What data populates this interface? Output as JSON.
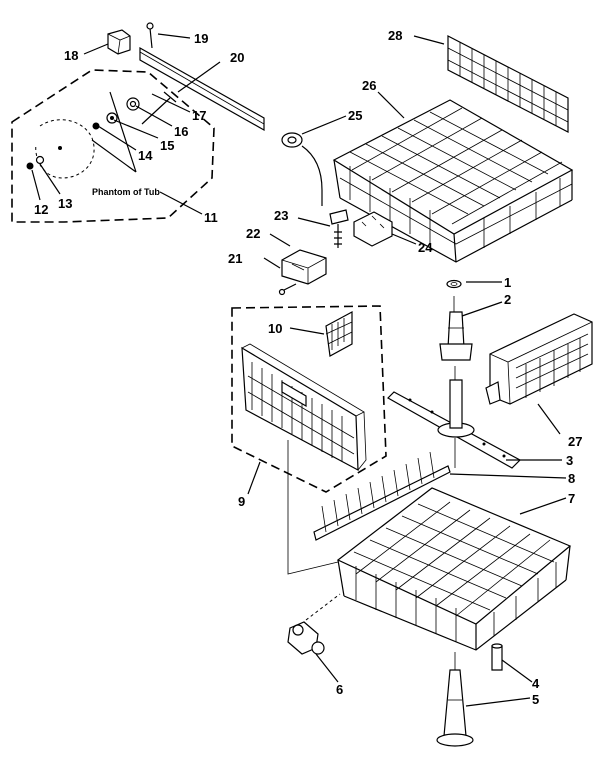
{
  "diagram": {
    "caption": "Phantom of Tub",
    "labels": [
      "1",
      "2",
      "3",
      "4",
      "5",
      "6",
      "7",
      "8",
      "9",
      "10",
      "11",
      "12",
      "13",
      "14",
      "15",
      "16",
      "17",
      "18",
      "19",
      "20",
      "21",
      "22",
      "23",
      "24",
      "25",
      "26",
      "27",
      "28"
    ]
  }
}
